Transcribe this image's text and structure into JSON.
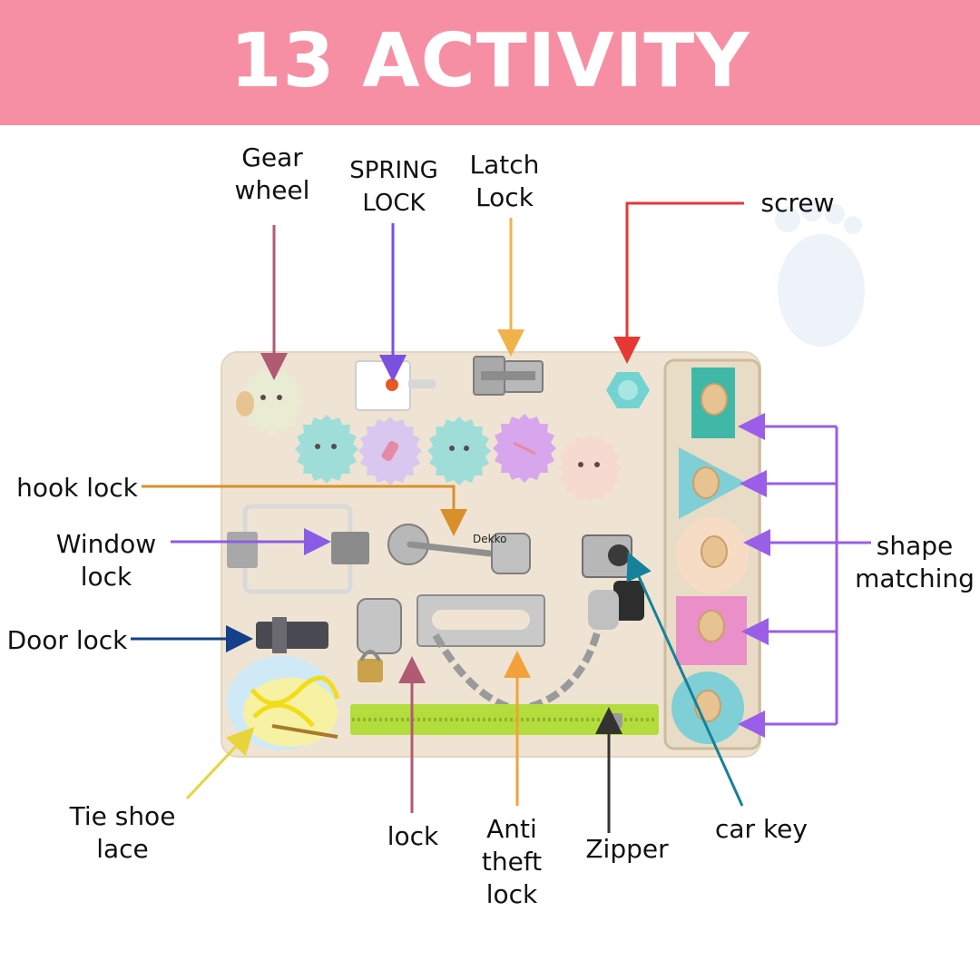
{
  "banner": {
    "title": "13 ACTIVITY",
    "color": "#f78fa4"
  },
  "board": {
    "brand_text": "Dekko"
  },
  "labels": {
    "gear_wheel": [
      "Gear",
      "wheel"
    ],
    "spring_lock": [
      "SPRING",
      "LOCK"
    ],
    "latch_lock": [
      "Latch",
      "Lock"
    ],
    "screw": "screw",
    "hook_lock": "hook lock",
    "window_lock": [
      "Window",
      "lock"
    ],
    "door_lock": "Door lock",
    "shape_matching": [
      "shape",
      "matching"
    ],
    "tie_shoe_lace": [
      "Tie shoe",
      "lace"
    ],
    "lock": "lock",
    "anti_theft_lock": [
      "Anti",
      "theft",
      "lock"
    ],
    "zipper": "Zipper",
    "car_key": "car key"
  },
  "colors": {
    "board": "#efe4d3",
    "gear_wheel_arrow": "#b05a73",
    "spring_lock_arrow": "#7b4fe0",
    "latch_lock_arrow": "#f2b24a",
    "screw_arrow": "#e53935",
    "hook_lock_arrow": "#d9902a",
    "window_lock_arrow": "#8a5ce6",
    "door_lock_arrow": "#14408a",
    "shape_matching_arrow": "#9a5ee8",
    "tie_shoe_arrow": "#e8d43a",
    "lock_arrow": "#b05a73",
    "anti_theft_arrow": "#f2a23a",
    "zipper_arrow": "#333333",
    "car_key_arrow": "#16819a"
  }
}
